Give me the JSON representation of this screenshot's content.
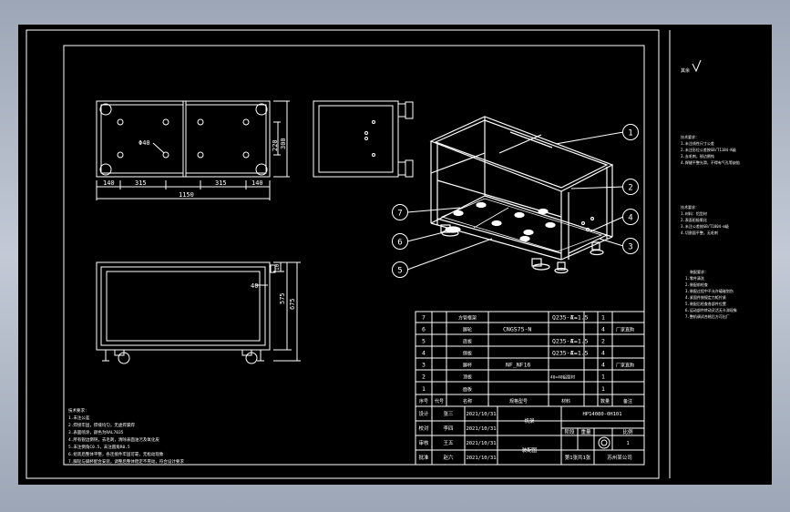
{
  "top_view": {
    "dim_140_left": "140",
    "dim_315_left": "315",
    "dim_315_right": "315",
    "dim_140_right": "140",
    "dim_1150": "1150",
    "hole_label": "Φ40",
    "dim_220": "220",
    "dim_300": "300"
  },
  "front_view": {
    "dim_40": "40",
    "dim_10": "10",
    "dim_575": "575",
    "dim_675": "675"
  },
  "balloons": [
    "1",
    "2",
    "3",
    "4",
    "5",
    "6",
    "7"
  ],
  "bom": {
    "rows": [
      {
        "no": "7",
        "name": "方管框架",
        "spec": "",
        "material": "Q235-A",
        "thk": "T=1.5",
        "qty": "1",
        "note": ""
      },
      {
        "no": "6",
        "name": "脚轮",
        "spec": "CNGS75-N",
        "material": "",
        "thk": "",
        "qty": "4",
        "note": "厂家直购"
      },
      {
        "no": "5",
        "name": "底板",
        "spec": "",
        "material": "Q235-A",
        "thk": "T=1.5",
        "qty": "2",
        "note": ""
      },
      {
        "no": "4",
        "name": "侧板",
        "spec": "",
        "material": "Q235-A",
        "thk": "T=1.5",
        "qty": "4",
        "note": ""
      },
      {
        "no": "3",
        "name": "脚杯",
        "spec": "NF_NF16",
        "material": "",
        "thk": "",
        "qty": "4",
        "note": "厂家直购"
      },
      {
        "no": "2",
        "name": "顶板",
        "spec": "",
        "material": "40×40铝型材",
        "thk": "",
        "qty": "1",
        "note": ""
      },
      {
        "no": "1",
        "name": "面板",
        "spec": "",
        "material": "",
        "thk": "",
        "qty": "1",
        "note": ""
      }
    ],
    "header": {
      "no": "序号",
      "code": "代号",
      "name": "名称",
      "spec": "规格型号",
      "material": "材料",
      "qty": "数量",
      "note": "备注"
    }
  },
  "title_block": {
    "r1": {
      "a": "设计",
      "b": "张三",
      "date": "2021/10/31",
      "part": "HP14080-0H101"
    },
    "r2": {
      "a": "校对",
      "b": "李四",
      "date": "2021/10/31",
      "mid": "机架"
    },
    "r3": {
      "a": "审核",
      "b": "王五",
      "date": "2021/10/31",
      "qty": "1"
    },
    "r4": {
      "a": "批准",
      "b": "赵六",
      "date": "2021/10/31",
      "mid": "装配图",
      "c": "第1张共1张",
      "d": "苏州某公司"
    },
    "cols": {
      "c1": "阶段",
      "c2": "重量",
      "c3": "比例"
    }
  },
  "left_notes": [
    "技术要求：",
    "1.未注公差",
    "2.焊接牢固，焊缝均匀，无虚焊漏焊",
    "3.表面喷涂，颜色为RAL7035",
    "4.所有锐边倒钝，去毛刺，清除表面油污及氧化皮",
    "5.未注倒角C0.5，未注圆角R0.5",
    "6.组装后整体平整，各连接件牢固可靠，无松动现象",
    "7.脚轮与脚杯配合安装，调整后整体稳定不晃动，符合设计要求"
  ],
  "right_notes": {
    "top": "其余",
    "g1": [
      "技术要求：",
      "1.未注线性尺寸公差",
      "2.未注形位公差按GB/T1184-K级",
      "3.去毛刺，锐边倒钝",
      "4.焊缝平整光滑，不得有气孔等缺陷"
    ],
    "g2": [
      "技术要求：",
      "1.材料：铝型材",
      "2.表面阳极氧化",
      "3.未注公差按GB/T1804-m级",
      "4.切割面平整，无毛刺"
    ],
    "g3": [
      "装配要求：",
      "1.零件清洗",
      "2.装配前检查",
      "3.装配过程中不允许磕碰划伤",
      "4.紧固件按规定力矩拧紧",
      "5.装配后检查各部件位置",
      "6.运动部件转动灵活无卡滞现象",
      "7.整机调试合格后方可出厂"
    ]
  },
  "colors": {
    "line": "#ffffff",
    "background": "#000000"
  }
}
